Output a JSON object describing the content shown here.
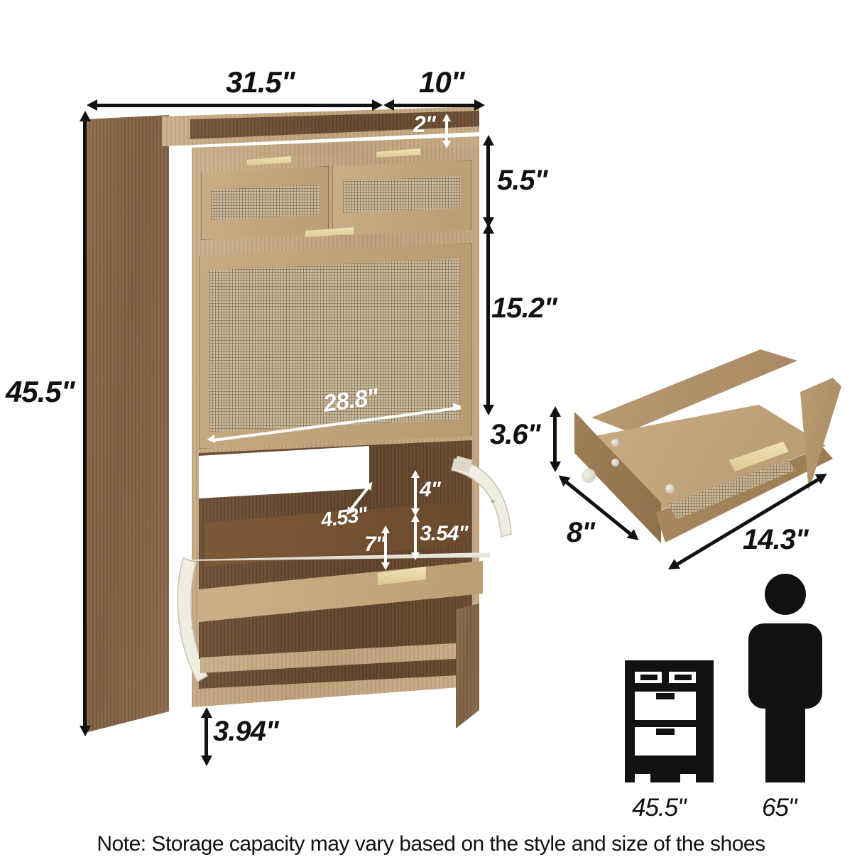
{
  "product": {
    "type": "shoe storage cabinet with flip-down compartments and two drawers",
    "finish_colors": {
      "side_panel_wood": "#8a6a4a",
      "front_oak": "#c4a882",
      "interior_dark_wood": "#64462d",
      "cane_rattan": "#c9bba0",
      "brass_handle": "#e0d09a",
      "metal_hardware": "#e8e3d8"
    }
  },
  "dimensions": {
    "overall_width": "31.5\"",
    "overall_depth": "10\"",
    "overall_height": "45.5\"",
    "top_lip_height": "2\"",
    "drawer_section_height": "5.5\"",
    "flip_panel_height": "15.2\"",
    "flip_panel_width": "28.8\"",
    "shoe_slot_diag": "4.53\"",
    "shoe_slot_upper": "4\"",
    "shoe_slot_lower": "3.54\"",
    "shoe_slot_depth": "7\"",
    "base_clearance": "3.94\"",
    "drawer_height": "3.6\"",
    "drawer_depth": "8\"",
    "drawer_width": "14.3\""
  },
  "scale_comparison": {
    "cabinet_label": "45.5\"",
    "person_label": "65\""
  },
  "note": "Note: Storage capacity may vary based on the style and size of the shoes"
}
